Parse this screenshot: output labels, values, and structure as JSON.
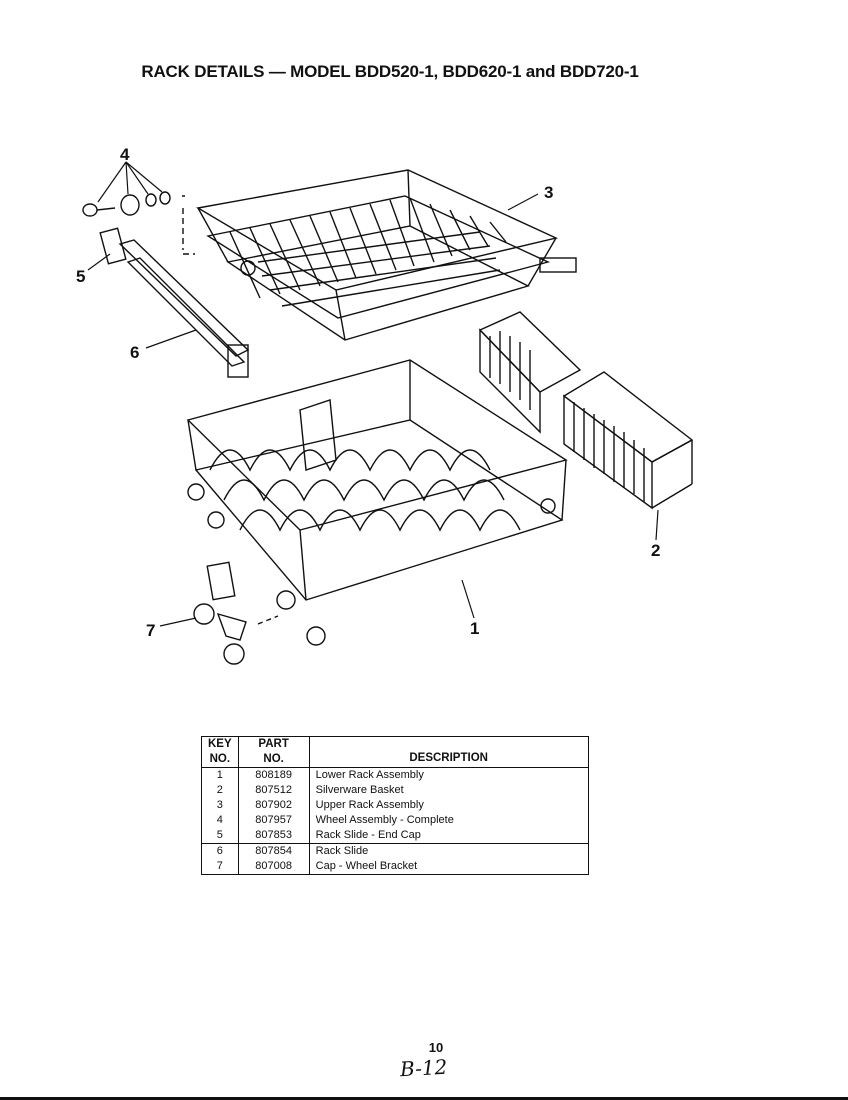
{
  "title": "RACK DETAILS — MODEL BDD520-1, BDD620-1 and BDD720-1",
  "diagram": {
    "callouts": [
      {
        "label": "1",
        "part": "Lower Rack Assembly"
      },
      {
        "label": "2",
        "part": "Silverware Basket"
      },
      {
        "label": "3",
        "part": "Upper Rack Assembly"
      },
      {
        "label": "4",
        "part": "Wheel Assembly - Complete"
      },
      {
        "label": "5",
        "part": "Rack Slide - End Cap"
      },
      {
        "label": "6",
        "part": "Rack Slide"
      },
      {
        "label": "7",
        "part": "Cap - Wheel Bracket"
      }
    ]
  },
  "table": {
    "headers": {
      "key_line1": "KEY",
      "key_line2": "NO.",
      "part_line1": "PART",
      "part_line2": "NO.",
      "description": "DESCRIPTION"
    },
    "rows": [
      {
        "key": "1",
        "part": "808189",
        "description": "Lower Rack Assembly"
      },
      {
        "key": "2",
        "part": "807512",
        "description": "Silverware Basket"
      },
      {
        "key": "3",
        "part": "807902",
        "description": "Upper Rack Assembly"
      },
      {
        "key": "4",
        "part": "807957",
        "description": "Wheel Assembly - Complete"
      },
      {
        "key": "5",
        "part": "807853",
        "description": "Rack Slide - End Cap"
      },
      {
        "key": "6",
        "part": "807854",
        "description": "Rack Slide"
      },
      {
        "key": "7",
        "part": "807008",
        "description": "Cap - Wheel Bracket"
      }
    ]
  },
  "page_number": "10",
  "handwritten_note": "B-12"
}
